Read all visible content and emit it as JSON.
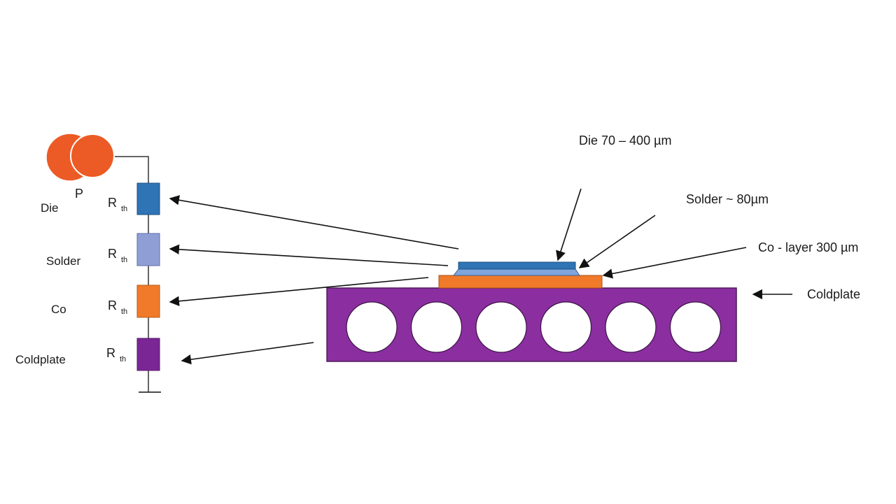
{
  "circuit": {
    "power_source_label": "P",
    "resistor_symbol": "R",
    "resistor_subscript": "th",
    "layers": [
      {
        "label": "Die",
        "color": "#2f74b5"
      },
      {
        "label": "Solder",
        "color": "#8f9fd6"
      },
      {
        "label": "Co",
        "color": "#f07a2a"
      },
      {
        "label": "Coldplate",
        "color": "#7a2795"
      }
    ],
    "source_color": "#ec5b25"
  },
  "cross_section": {
    "die_label": "Die 70 – 400 µm",
    "solder_label": "Solder ~ 80µm",
    "co_layer_label": "Co - layer 300 µm",
    "coldplate_label": "Coldplate",
    "die_color": "#2f74b5",
    "solder_color": "#7fa6dc",
    "co_color": "#f07a2a",
    "coldplate_color": "#8b2ea0",
    "channel_count": 6
  }
}
